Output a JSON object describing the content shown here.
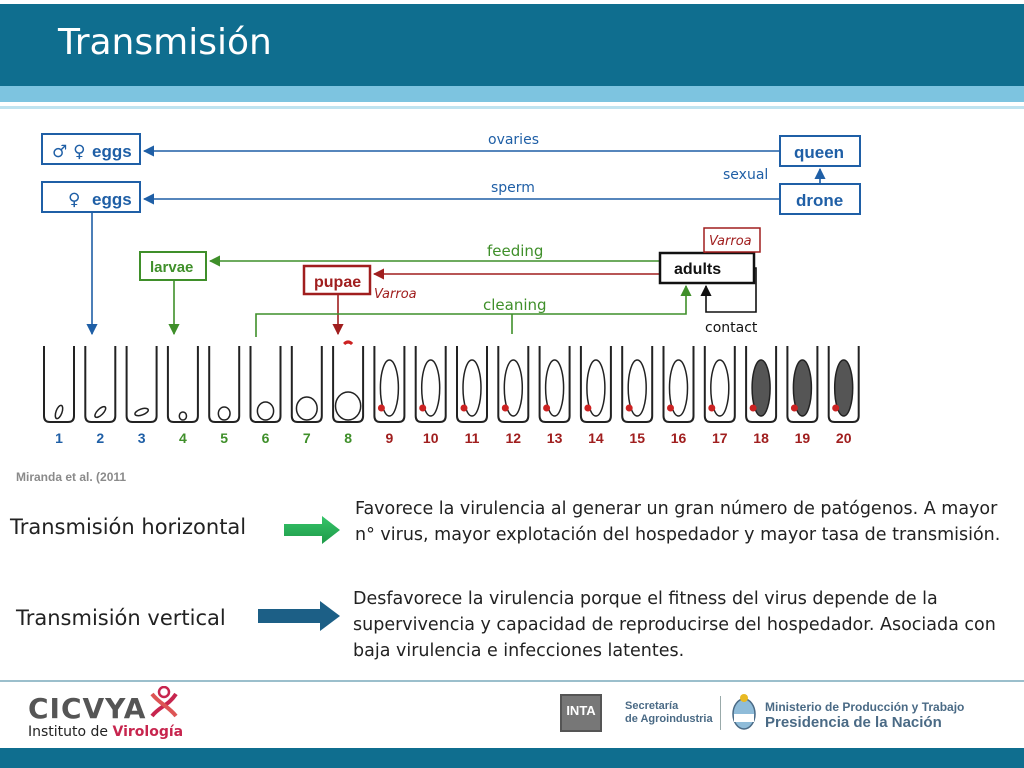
{
  "slide": {
    "title": "Transmisión"
  },
  "diagram": {
    "boxes": {
      "eggs_mf": "eggs",
      "eggs_f": "eggs",
      "queen": "queen",
      "drone": "drone",
      "larvae": "larvae",
      "pupae": "pupae",
      "adults": "adults",
      "varroa": "Varroa"
    },
    "labels": {
      "ovaries": "ovaries",
      "sperm": "sperm",
      "sexual": "sexual",
      "feeding": "feeding",
      "varroa": "Varroa",
      "cleaning": "cleaning",
      "contact": "contact"
    },
    "stages": [
      "1",
      "2",
      "3",
      "4",
      "5",
      "6",
      "7",
      "8",
      "9",
      "10",
      "11",
      "12",
      "13",
      "14",
      "15",
      "16",
      "17",
      "18",
      "19",
      "20"
    ],
    "colors": {
      "blue": "#1f5fa6",
      "green": "#3f8f2a",
      "red": "#a01e1e",
      "black": "#111111"
    }
  },
  "citation": "Miranda et al. (2011",
  "transmission": {
    "horizontal": {
      "label": "Transmisión horizontal",
      "desc": "Favorece la virulencia al generar un gran número de patógenos. A mayor n° virus, mayor explotación del hospedador y mayor tasa de transmisión."
    },
    "vertical": {
      "label": "Transmisión vertical",
      "desc": "Desfavorece la virulencia porque el fitness del virus depende de la supervivencia y capacidad de reproducirse del hospedador. Asociada con baja virulencia e infecciones latentes."
    }
  },
  "footer": {
    "cicvya": "CICVYA",
    "instituto": "Instituto de",
    "virologia": "Virología",
    "inta": "INTA",
    "secretaria1": "Secretaría",
    "secretaria2": "de Agroindustria",
    "ministerio": "Ministerio de Producción y Trabajo",
    "presidencia": "Presidencia de la Nación"
  }
}
